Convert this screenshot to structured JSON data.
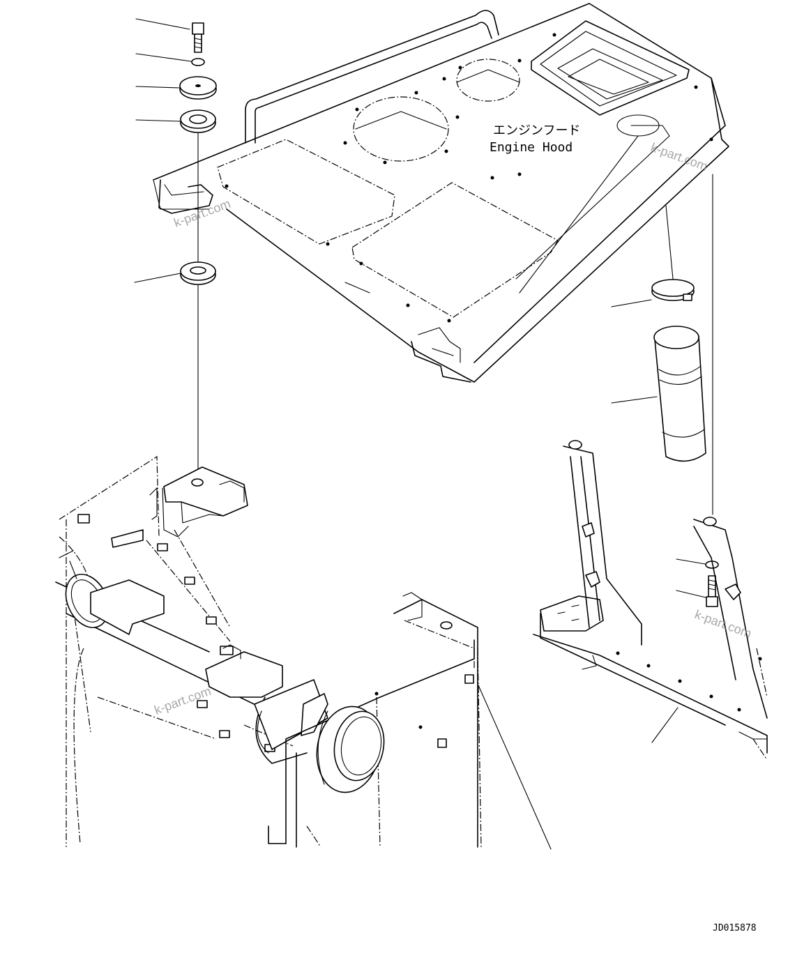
{
  "hood_label": {
    "japanese": "エンジンフード",
    "english": "Engine Hood"
  },
  "drawing_code": "JD015878",
  "watermarks": [
    "k-part.com",
    "k-part.com",
    "k-part.com",
    "k-part.com"
  ],
  "colors": {
    "line": "#000000",
    "background": "#ffffff",
    "watermark": "#8a8a8a"
  }
}
